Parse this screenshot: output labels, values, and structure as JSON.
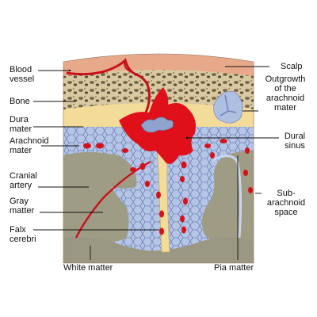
{
  "labels": {
    "blood_vessel": [
      "Blood",
      "vessel"
    ],
    "bone": "Bone",
    "dura_mater": [
      "Dura",
      "mater"
    ],
    "arachnoid_mater": [
      "Arachnoid",
      "mater"
    ],
    "cranial_artery": [
      "Cranial",
      "artery"
    ],
    "gray_matter": [
      "Gray",
      "matter"
    ],
    "falx_cerebri": [
      "Falx",
      "cerebri"
    ],
    "white_matter": "White matter",
    "scalp": "Scalp",
    "outgrowth": [
      "Outgrowth",
      "of the",
      "arachnoid",
      "mater"
    ],
    "dural_sinus": [
      "Dural",
      "sinus"
    ],
    "subarachnoid_space": [
      "Sub-",
      "arachnoid",
      "space"
    ],
    "pia_matter": "Pia matter"
  },
  "colors": {
    "scalp": "#e8a98a",
    "bone": "#d8c7a0",
    "dura": "#f3dc9a",
    "arachnoid": "#aebfe2",
    "gray_matter": "#9e9c84",
    "blood": "#e0101a",
    "pia": "#c9d5ee"
  }
}
